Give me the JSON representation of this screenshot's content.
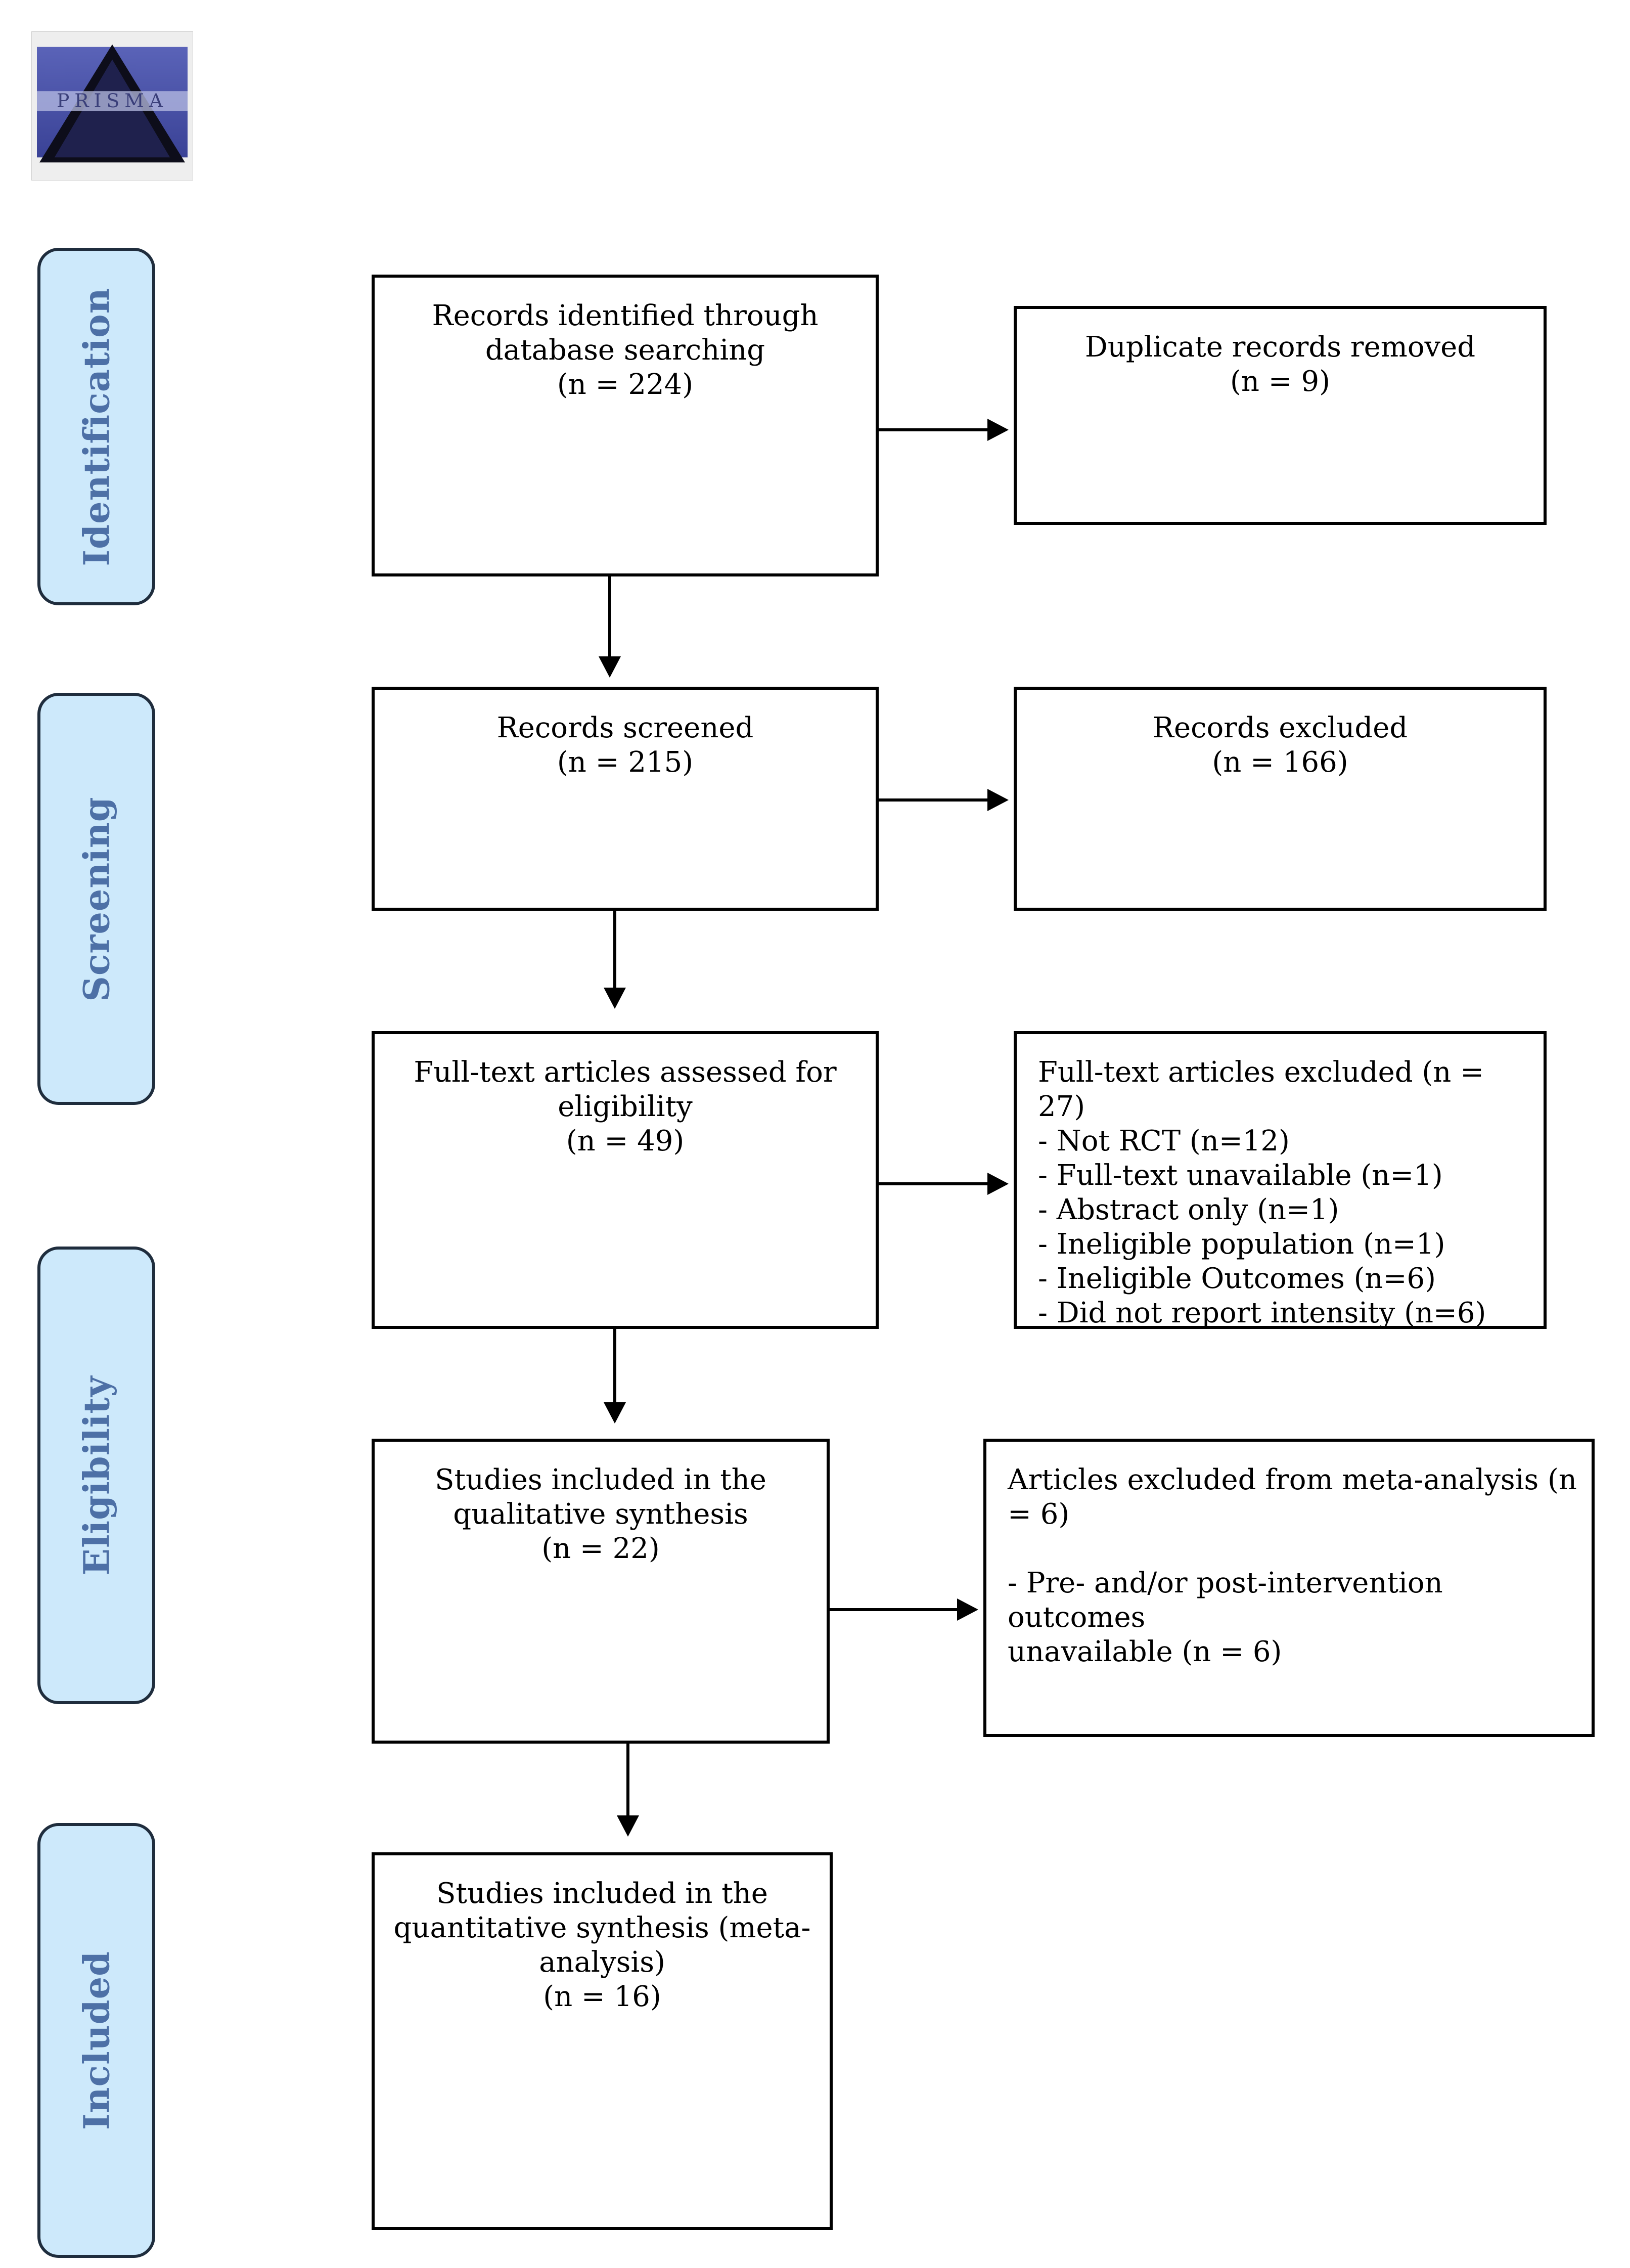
{
  "logo": {
    "text": "PRISMA"
  },
  "stages": [
    {
      "label": "Identification"
    },
    {
      "label": "Screening"
    },
    {
      "label": "Eligibility"
    },
    {
      "label": "Included"
    }
  ],
  "boxes": {
    "records_identified": {
      "lines": [
        "Records identified through",
        "database searching",
        "(n = 224)"
      ]
    },
    "duplicates_removed": {
      "lines": [
        "Duplicate records removed",
        "(n = 9)"
      ]
    },
    "records_screened": {
      "lines": [
        "Records screened",
        "(n = 215)"
      ]
    },
    "records_excluded": {
      "lines": [
        "Records excluded",
        "(n = 166)"
      ]
    },
    "fulltext_assessed": {
      "lines": [
        "Full-text articles assessed for",
        "eligibility",
        "(n = 49)"
      ]
    },
    "fulltext_excluded": {
      "lines": [
        "Full-text articles excluded (n = 27)",
        "- Not RCT (n=12)",
        "- Full-text unavailable (n=1)",
        "- Abstract only (n=1)",
        "- Ineligible population (n=1)",
        "- Ineligible Outcomes (n=6)",
        "- Did not report intensity (n=6)"
      ]
    },
    "qualitative": {
      "lines": [
        "Studies included in the",
        "qualitative synthesis",
        "(n = 22)"
      ]
    },
    "meta_excluded": {
      "lines": [
        "Articles excluded from meta-analysis (n = 6)",
        "",
        "- Pre- and/or post-intervention outcomes",
        "unavailable (n = 6)"
      ]
    },
    "quantitative": {
      "lines": [
        "Studies included in the",
        "quantitative synthesis (meta-",
        "analysis)",
        "(n = 16)"
      ]
    }
  }
}
